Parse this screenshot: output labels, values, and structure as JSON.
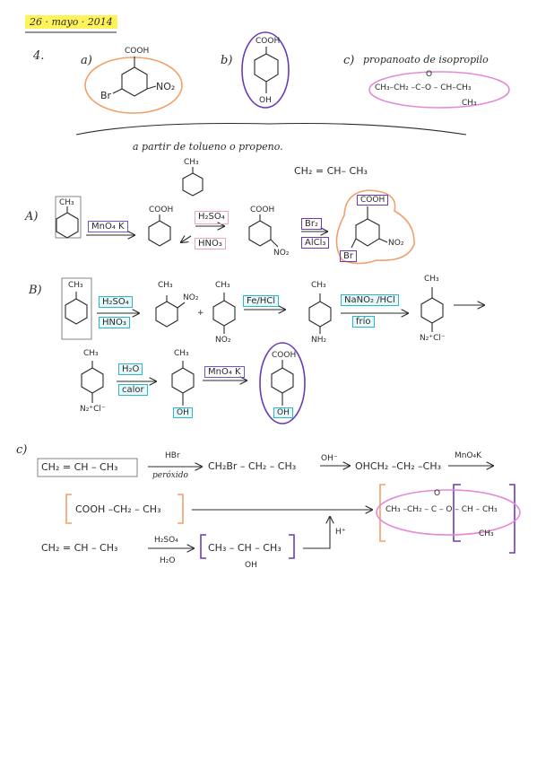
{
  "header": {
    "date": "26 · mayo · 2014"
  },
  "problem": {
    "number": "4.",
    "a_label": "a)",
    "b_label": "b)",
    "c_label": "c)",
    "c_text": "propanoato de isopropilo",
    "a_cooh": "COOH",
    "a_br": "Br",
    "a_no2": "NO₂",
    "b_cooh": "COOH",
    "b_oh": "OH",
    "c_o": "O",
    "c_formula": "CH₃–CH₂ –C–O – CH–CH₃",
    "c_ch3": "CH₃",
    "subtitle": "a partir de tolueno o propeno.",
    "toluene_ch3": "CH₃",
    "propene": "CH₂ = CH– CH₃"
  },
  "route_a": {
    "label": "A)",
    "ch3": "CH₃",
    "reagent1": "MnO₄ K",
    "cooh1": "COOH",
    "reagent2_top": "H₂SO₄",
    "reagent2_bot": "HNO₃",
    "cooh2": "COOH",
    "no2": "NO₂",
    "reagent3_top": "Br₂",
    "reagent3_bot": "AlCl₃",
    "final_cooh": "COOH",
    "final_no2": "NO₂",
    "final_br": "Br"
  },
  "route_b": {
    "label": "B)",
    "ch3_start": "CH₃",
    "reagent1_top": "H₂SO₄",
    "reagent1_bot": "HNO₃",
    "ortho_ch3": "CH₃",
    "ortho_no2": "NO₂",
    "plus": "+",
    "para_ch3": "CH₃",
    "para_no2": "NO₂",
    "reagent2": "Fe/HCl",
    "amine_ch3": "CH₃",
    "amine_nh2": "NH₂",
    "reagent3_top": "NaNO₂ /HCl",
    "reagent3_bot": "frío",
    "diazo_ch3": "CH₃",
    "diazo_group": "N₂⁺Cl⁻",
    "row2_ch3": "CH₃",
    "row2_diazo": "N₂⁺Cl⁻",
    "reagent4_top": "H₂O",
    "reagent4_bot": "calor",
    "phenol_ch3": "CH₃",
    "phenol_oh": "OH",
    "reagent5": "MnO₄ K",
    "final_cooh": "COOH",
    "final_oh": "OH"
  },
  "route_c": {
    "label": "c)",
    "propene1": "CH₂ = CH – CH₃",
    "reagent1_top": "HBr",
    "reagent1_bot": "peróxido",
    "bromide": "CH₂Br – CH₂ – CH₃",
    "reagent2": "OH⁻",
    "alcohol": "OHCH₂ –CH₂ –CH₃",
    "reagent3": "MnO₄K",
    "acid": "COOH –CH₂ – CH₃",
    "ester_o": "O",
    "ester": "CH₃ –CH₂ – C – O – CH – CH₃",
    "ester_ch3": "CH₃",
    "propene2": "CH₂ = CH – CH₃",
    "reagent4_top": "H₂SO₄",
    "reagent4_bot": "H₂O",
    "isopropanol": "CH₃ – CH – CH₃",
    "isopropanol_oh": "OH",
    "acid_catalyst": "H⁺"
  },
  "colors": {
    "orange": "#f0a067",
    "purple": "#6a3bb5",
    "pink": "#e48ad6",
    "teal": "#2fb6c6",
    "yellow": "#fff35a",
    "ink": "#2a2a2a"
  }
}
